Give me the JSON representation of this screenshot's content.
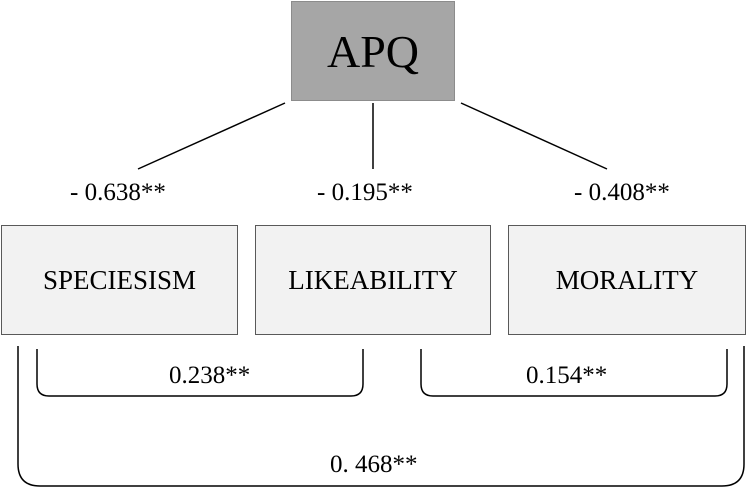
{
  "apq": {
    "label": "APQ"
  },
  "variables": {
    "speciesism": "SPECIESISM",
    "likeability": "LIKEABILITY",
    "morality": "MORALITY"
  },
  "paths": {
    "apq_speciesism": "- 0.638**",
    "apq_likeability": "- 0.195**",
    "apq_morality": "- 0.408**"
  },
  "correlations": {
    "speciesism_likeability": "0.238**",
    "likeability_morality": "0.154**",
    "speciesism_morality": "0. 468**"
  },
  "colors": {
    "apq_fill": "#a6a6a6",
    "box_fill": "#f2f2f2",
    "line": "#000000"
  }
}
